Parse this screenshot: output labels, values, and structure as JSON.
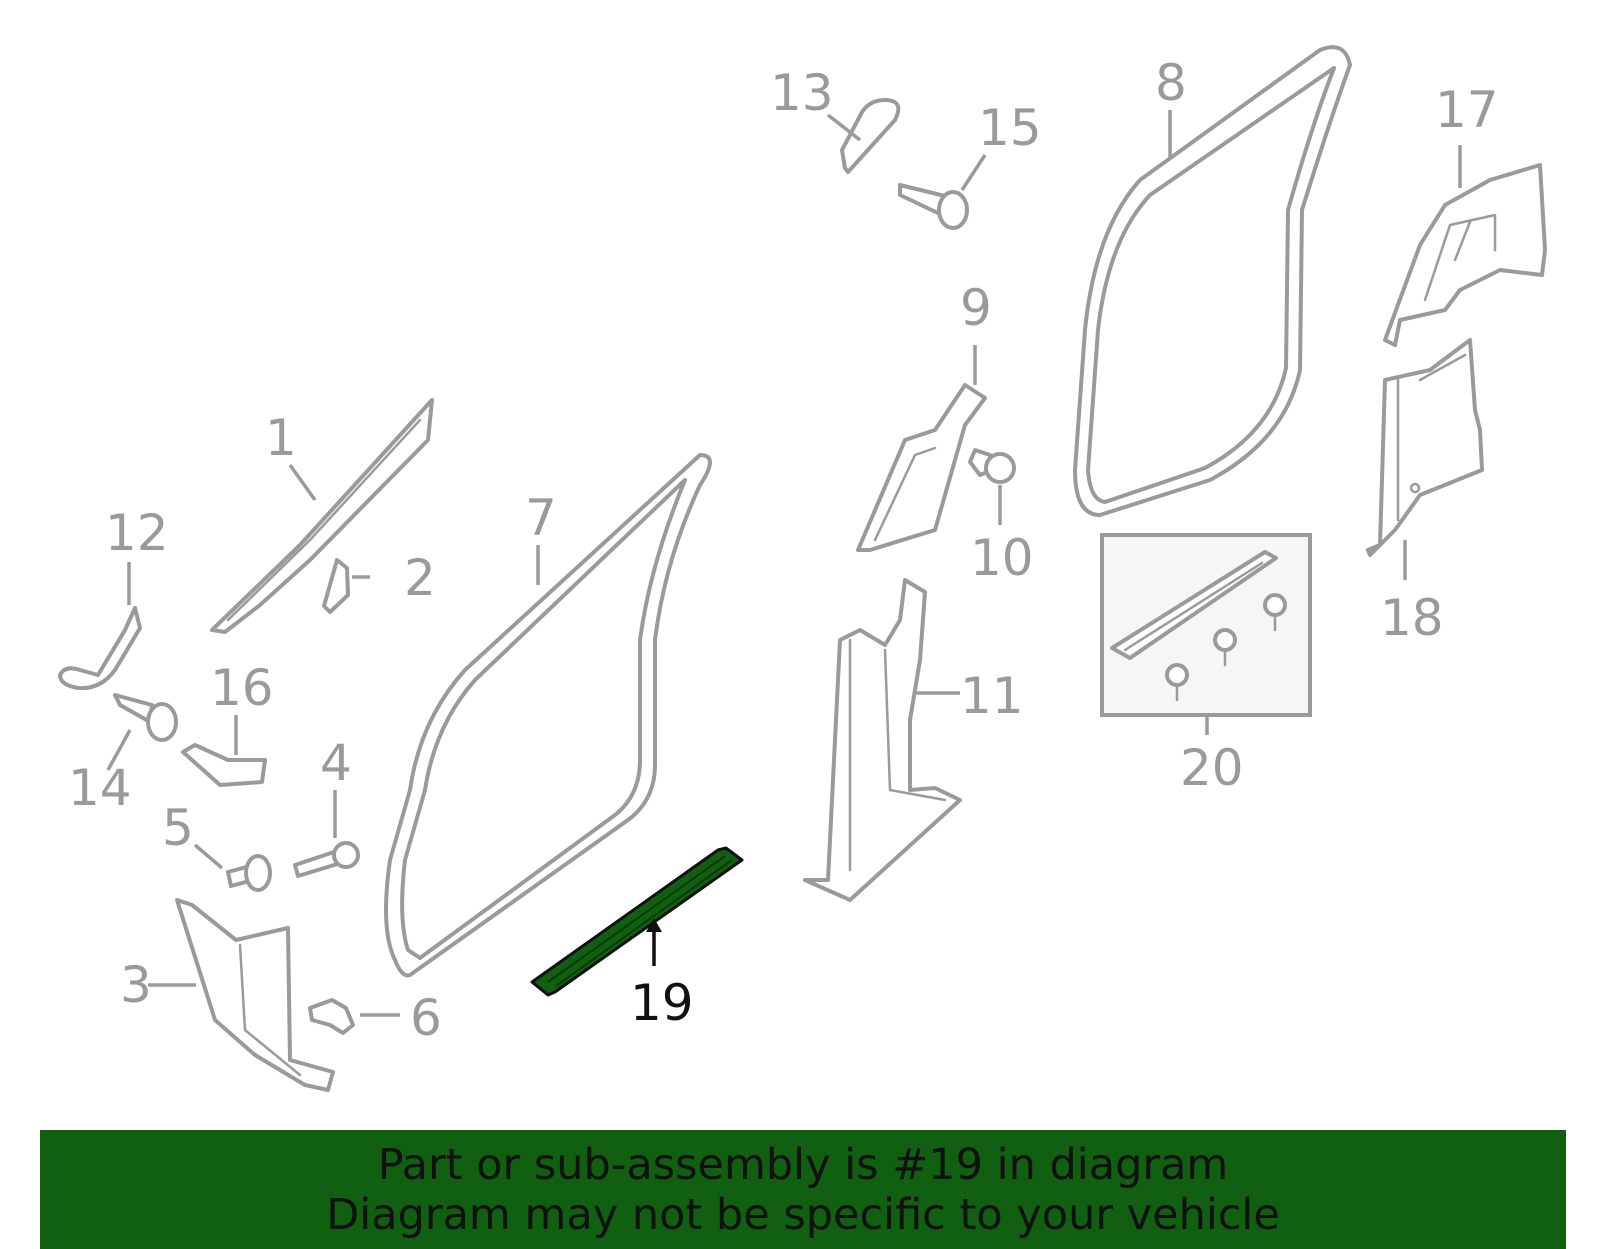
{
  "callouts": {
    "c1": "1",
    "c2": "2",
    "c3": "3",
    "c4": "4",
    "c5": "5",
    "c6": "6",
    "c7": "7",
    "c8": "8",
    "c9": "9",
    "c10": "10",
    "c11": "11",
    "c12": "12",
    "c13": "13",
    "c14": "14",
    "c15": "15",
    "c16": "16",
    "c17": "17",
    "c18": "18",
    "c19": "19",
    "c20": "20"
  },
  "highlight": {
    "part": "19",
    "color": "#116011",
    "text_color": "#111111"
  },
  "colors": {
    "line": "#9a9a9a",
    "banner": "#116011",
    "kit_box": "#f6f6f6"
  },
  "footer": {
    "line1": "Part or sub-assembly is #19 in diagram",
    "line2": "Diagram may not be specific to your vehicle"
  }
}
